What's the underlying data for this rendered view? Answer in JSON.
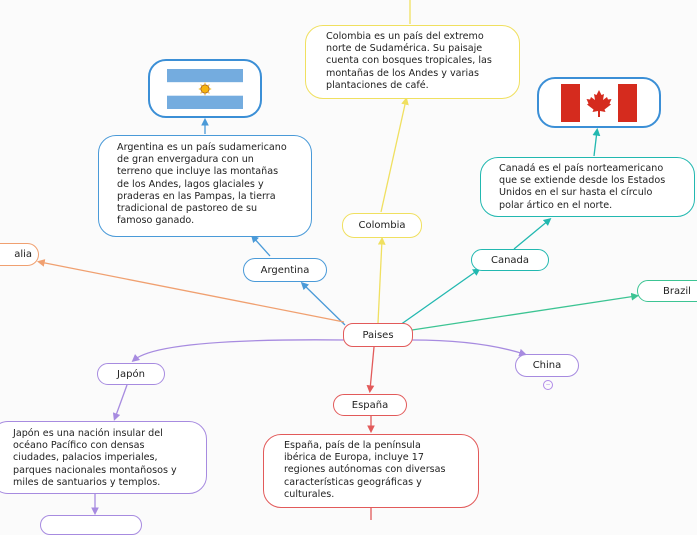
{
  "root": {
    "label": "Paises"
  },
  "nodes": {
    "argentina": "Argentina",
    "colombia": "Colombia",
    "canada": "Canada",
    "brazil": "Brazil",
    "china": "China",
    "espana": "España",
    "japon": "Japón",
    "italia": "alia"
  },
  "descriptions": {
    "argentina": "Argentina es un país sudamericano\nde gran envergadura con un\nterreno que incluye las montañas\nde los Andes, lagos glaciales y\npraderas en las Pampas, la tierra\ntradicional de pastoreo de su\nfamoso ganado.",
    "colombia": "Colombia es un país del extremo\nnorte de Sudamérica. Su paisaje\ncuenta con bosques tropicales, las\nmontañas de los Andes y varias\nplantaciones de café.",
    "canada": "Canadá es el país norteamericano\nque se extiende desde los Estados\nUnidos en el sur hasta el círculo\npolar ártico en el norte.",
    "japon": "Japón es una nación insular del\nocéano Pacífico con densas\nciudades, palacios imperiales,\nparques nacionales montañosos y\nmiles de santuarios y templos.",
    "espana": "España, país de la península\nibérica de Europa, incluye 17\nregiones autónomas con diversas\ncaracterísticas geográficas y\nculturales."
  },
  "colors": {
    "blue": "#4a9ad8",
    "yellow": "#f0e060",
    "teal": "#22b8b0",
    "green": "#3cc493",
    "purple": "#a78be0",
    "red": "#e25a5a",
    "orange": "#f0a070"
  },
  "icons": {
    "argentina_flag": "argentina-flag-icon",
    "canada_flag": "canada-flag-icon",
    "collapse": "collapse-toggle-icon"
  },
  "collapse_symbol": "−"
}
